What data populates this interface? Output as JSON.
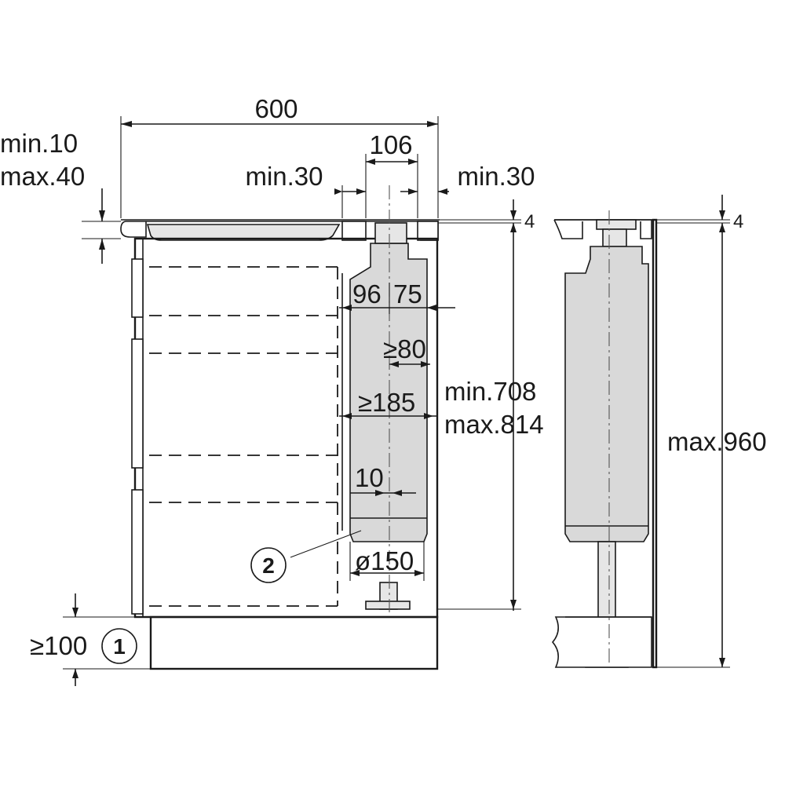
{
  "diagram": {
    "labels": {
      "width_total": "600",
      "top_gap_min": "min.10",
      "top_gap_max": "max.40",
      "duct_width": "106",
      "left_clearance": "min.30",
      "right_clearance": "min.30",
      "top_offset_left": "4",
      "top_offset_right": "4",
      "dim_96": "96",
      "dim_75": "75",
      "dim_ge80": "≥80",
      "dim_ge185": "≥185",
      "height_min": "min.708",
      "height_max": "max.814",
      "height_total_max": "max.960",
      "dim_10": "10",
      "diameter": "ø150",
      "plinth_height": "≥100"
    },
    "callouts": [
      {
        "number": "1"
      },
      {
        "number": "2"
      }
    ]
  }
}
